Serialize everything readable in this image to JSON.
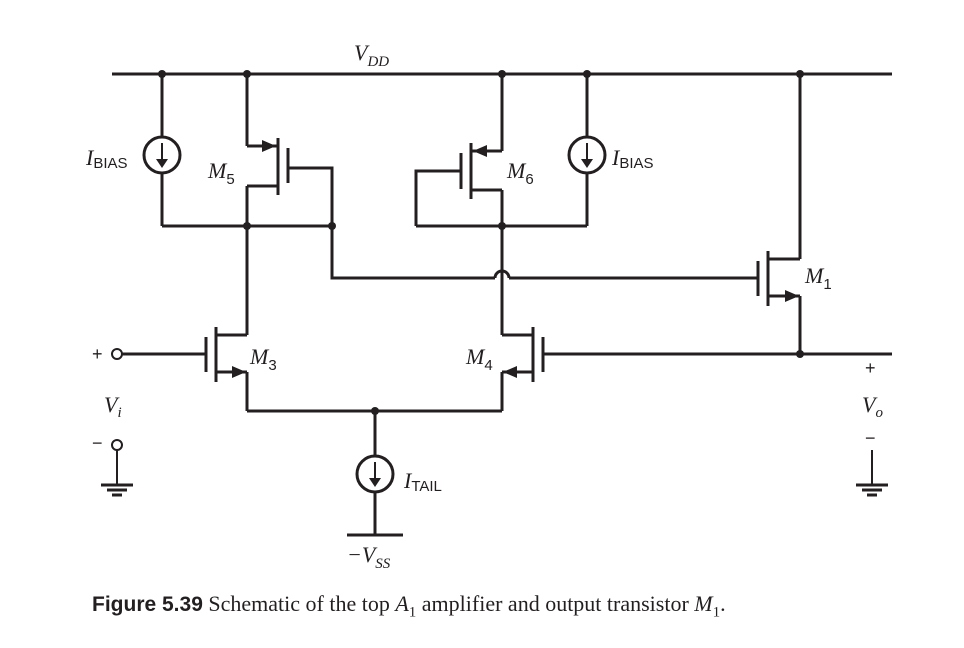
{
  "labels": {
    "vdd": {
      "main": "V",
      "sub": "DD"
    },
    "vss": {
      "main": "−V",
      "sub": "SS"
    },
    "ibias_left": {
      "main": "I",
      "sub": "BIAS"
    },
    "ibias_right": {
      "main": "I",
      "sub": "BIAS"
    },
    "itail": {
      "main": "I",
      "sub": "TAIL"
    },
    "m1": {
      "main": "M",
      "sub": "1"
    },
    "m3": {
      "main": "M",
      "sub": "3"
    },
    "m4": {
      "main": "M",
      "sub": "4"
    },
    "m5": {
      "main": "M",
      "sub": "5"
    },
    "m6": {
      "main": "M",
      "sub": "6"
    },
    "vi": {
      "main": "V",
      "sub": "i"
    },
    "vo": {
      "main": "V",
      "sub": "o"
    },
    "vi_plus": "+",
    "vi_minus": "−",
    "vo_plus": "+",
    "vo_minus": "−"
  },
  "caption": {
    "figure": "Figure 5.39",
    "text_before": " Schematic of the top ",
    "amp_main": "A",
    "amp_sub": "1",
    "text_middle": " amplifier and output transistor ",
    "trans_main": "M",
    "trans_sub": "1",
    "text_after": "."
  }
}
